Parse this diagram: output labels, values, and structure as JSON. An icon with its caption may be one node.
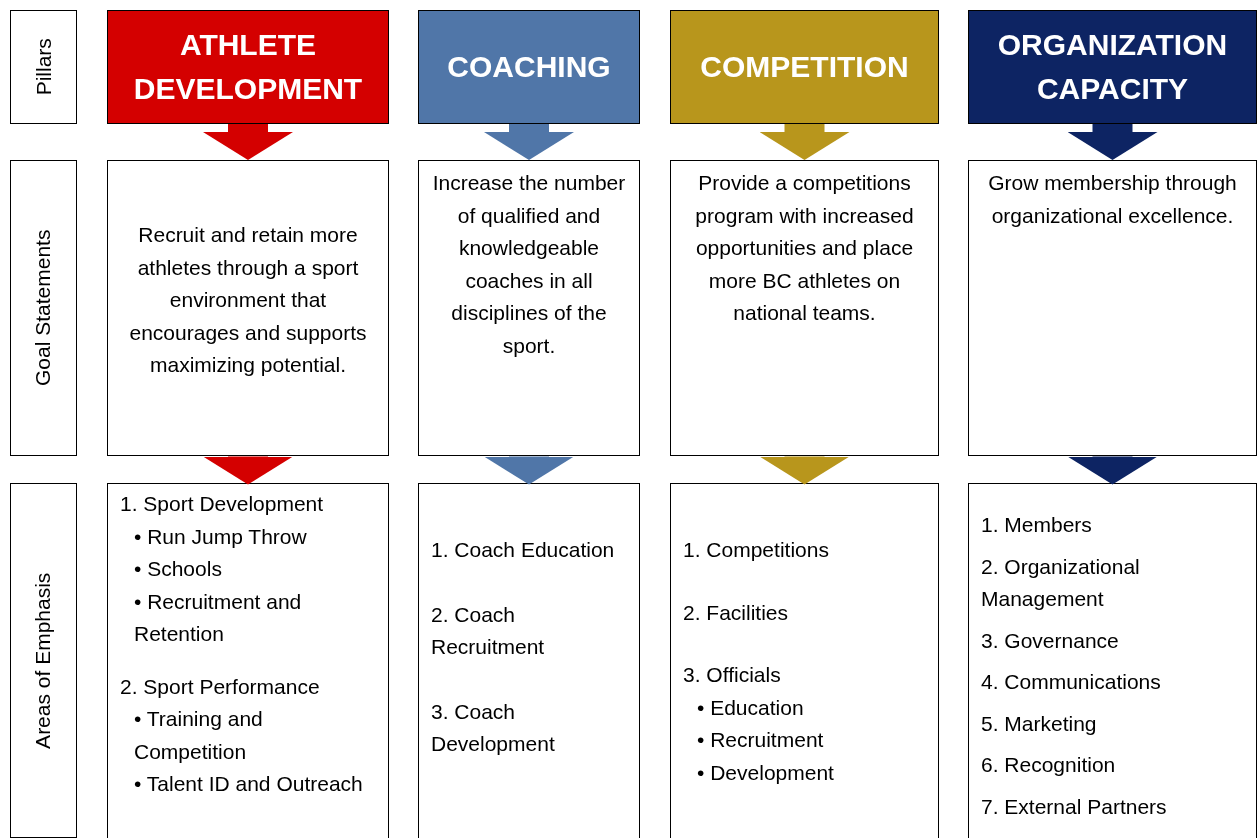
{
  "diagram": {
    "nodes": [
      {
        "text": [
          "Pillars"
        ]
      },
      {
        "text": [
          "Goal Statements"
        ]
      },
      {
        "text": [
          "Areas of Emphasis"
        ]
      },
      {
        "text": [
          "ATHLETE DEVELOPMENT"
        ]
      },
      {
        "text": [
          "COACHING"
        ]
      },
      {
        "text": [
          "COMPETITION"
        ]
      },
      {
        "text": [
          "ORGANIZATION CAPACITY"
        ]
      },
      {
        "text": [
          "Recruit and retain more athletes through a sport environment that encourages and supports maximizing potential."
        ]
      },
      {
        "text": [
          "Increase the number of qualified and knowledgeable coaches in all disciplines of the sport."
        ]
      },
      {
        "text": [
          "Provide a competitions program with increased opportunities and place more BC athletes on national teams."
        ]
      },
      {
        "text": [
          "Grow membership through organizational excellence."
        ]
      },
      {
        "text": [
          "1. Sport Development",
          "• Run Jump Throw",
          "• Schools",
          "• Recruitment and Retention",
          "2. Sport Performance",
          "• Training and Competition",
          "• Talent ID and Outreach"
        ]
      },
      {
        "text": [
          "1. Coach Education",
          "2. Coach Recruitment",
          "3. Coach Development"
        ]
      },
      {
        "text": [
          "1. Competitions",
          "2. Facilities",
          "3. Officials",
          "• Education",
          "• Recruitment",
          "• Development"
        ]
      },
      {
        "text": [
          "1. Members",
          "2. Organizational Management",
          "3. Governance",
          "4. Communications",
          "5. Marketing",
          "6. Recognition",
          "7. External Partners"
        ]
      }
    ],
    "edges": [
      {
        "from": 3,
        "to": 7,
        "arrow": "to",
        "color": "#d40000"
      },
      {
        "from": 4,
        "to": 8,
        "arrow": "to",
        "color": "#5076a8"
      },
      {
        "from": 5,
        "to": 9,
        "arrow": "to",
        "color": "#b8961c"
      },
      {
        "from": 6,
        "to": 10,
        "arrow": "to",
        "color": "#0d2463"
      },
      {
        "from": 7,
        "to": 11,
        "arrow": "to",
        "color": "#d40000"
      },
      {
        "from": 8,
        "to": 12,
        "arrow": "to",
        "color": "#5076a8"
      },
      {
        "from": 9,
        "to": 13,
        "arrow": "to",
        "color": "#b8961c"
      },
      {
        "from": 10,
        "to": 14,
        "arrow": "to",
        "color": "#0d2463"
      }
    ]
  }
}
